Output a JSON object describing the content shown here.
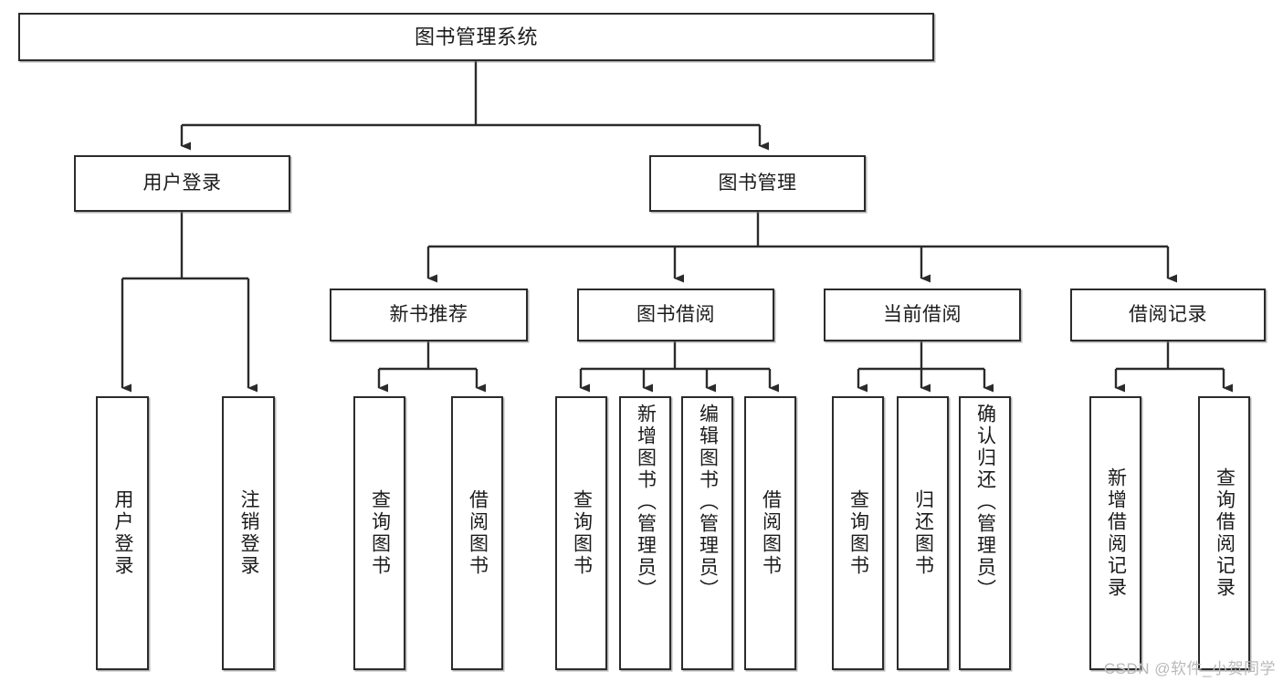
{
  "diagram": {
    "title": "图书管理系统",
    "type": "tree-hierarchy-chart",
    "watermark": "CSDN @软件_小贺同学",
    "colors": {
      "box_border": "#2b2b2b",
      "box_fill": "#ffffff",
      "edge": "#2b2b2b",
      "text": "#1b1b1b",
      "watermark": "#b9b9b9",
      "background": "#ffffff"
    }
  },
  "nodes": {
    "root": {
      "label": "图书管理系统"
    },
    "level2": [
      {
        "id": "user-login",
        "label": "用户登录"
      },
      {
        "id": "book-manage",
        "label": "图书管理"
      }
    ],
    "level3": [
      {
        "id": "new-book-recommend",
        "label": "新书推荐"
      },
      {
        "id": "book-borrow",
        "label": "图书借阅"
      },
      {
        "id": "current-borrow",
        "label": "当前借阅"
      },
      {
        "id": "borrow-record",
        "label": "借阅记录"
      }
    ],
    "leaves": {
      "user-login": [
        {
          "id": "leaf-user-login",
          "label": "用户登录"
        },
        {
          "id": "leaf-logout",
          "label": "注销登录"
        }
      ],
      "new-book-recommend": [
        {
          "id": "leaf-query-book-1",
          "label": "查询图书"
        },
        {
          "id": "leaf-borrow-book-1",
          "label": "借阅图书"
        }
      ],
      "book-borrow": [
        {
          "id": "leaf-query-book-2",
          "label": "查询图书"
        },
        {
          "id": "leaf-add-book",
          "label": "新增图书（管理员）"
        },
        {
          "id": "leaf-edit-book",
          "label": "编辑图书（管理员）"
        },
        {
          "id": "leaf-borrow-book-2",
          "label": "借阅图书"
        }
      ],
      "current-borrow": [
        {
          "id": "leaf-query-book-3",
          "label": "查询图书"
        },
        {
          "id": "leaf-return-book",
          "label": "归还图书"
        },
        {
          "id": "leaf-confirm-return",
          "label": "确认归还（管理员）"
        }
      ],
      "borrow-record": [
        {
          "id": "leaf-add-record",
          "label": "新增借阅记录"
        },
        {
          "id": "leaf-query-record",
          "label": "查询借阅记录"
        }
      ]
    }
  },
  "edges": [
    {
      "from": "图书管理系统",
      "to": "用户登录"
    },
    {
      "from": "图书管理系统",
      "to": "图书管理"
    },
    {
      "from": "用户登录",
      "to": "用户登录"
    },
    {
      "from": "用户登录",
      "to": "注销登录"
    },
    {
      "from": "图书管理",
      "to": "新书推荐"
    },
    {
      "from": "图书管理",
      "to": "图书借阅"
    },
    {
      "from": "图书管理",
      "to": "当前借阅"
    },
    {
      "from": "图书管理",
      "to": "借阅记录"
    },
    {
      "from": "新书推荐",
      "to": "查询图书"
    },
    {
      "from": "新书推荐",
      "to": "借阅图书"
    },
    {
      "from": "图书借阅",
      "to": "查询图书"
    },
    {
      "from": "图书借阅",
      "to": "新增图书（管理员）"
    },
    {
      "from": "图书借阅",
      "to": "编辑图书（管理员）"
    },
    {
      "from": "图书借阅",
      "to": "借阅图书"
    },
    {
      "from": "当前借阅",
      "to": "查询图书"
    },
    {
      "from": "当前借阅",
      "to": "归还图书"
    },
    {
      "from": "当前借阅",
      "to": "确认归还（管理员）"
    },
    {
      "from": "借阅记录",
      "to": "新增借阅记录"
    },
    {
      "from": "借阅记录",
      "to": "查询借阅记录"
    }
  ]
}
